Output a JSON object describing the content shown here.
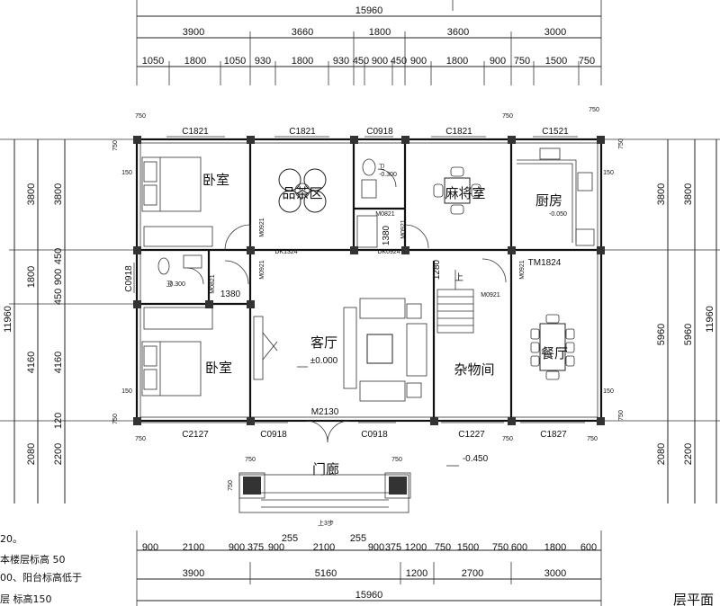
{
  "dimensions": {
    "top_total": "15960",
    "top_row1": [
      "3900",
      "3660",
      "1800",
      "3600",
      "3000"
    ],
    "top_row2": [
      "1050",
      "1800",
      "1050",
      "930",
      "1800",
      "930",
      "450",
      "900",
      "450",
      "900",
      "1800",
      "900",
      "750",
      "1500",
      "750"
    ],
    "bottom_row1": [
      "900",
      "2100",
      "900",
      "375",
      "900",
      "255",
      "2100",
      "255",
      "900",
      "375",
      "1200",
      "750",
      "1500",
      "750",
      "600",
      "1800",
      "600"
    ],
    "bottom_row2": [
      "3900",
      "5160",
      "1200",
      "2700",
      "3000"
    ],
    "bottom_total": "15960",
    "left_outer": [
      "3800",
      "1800",
      "4160",
      "2080"
    ],
    "left_inner": [
      "3800",
      "450",
      "900",
      "450",
      "4160",
      "2200"
    ],
    "left_total": "11960",
    "left_small": [
      "750",
      "120"
    ],
    "right_inner": [
      "3800",
      "5960",
      "2080"
    ],
    "right_outer": [
      "3800",
      "5960",
      "2200"
    ],
    "right_total": "11960",
    "corner_750": "750",
    "corner_150": "150",
    "dim_1380_h": "1380",
    "dim_1380_v": "1380",
    "dim_1280": "1280"
  },
  "rooms": {
    "bedroom_top": "卧室",
    "tea_room": "品茶区",
    "mahjong_room": "麻将室",
    "kitchen": "厨房",
    "living_room": "客厅",
    "living_level": "±0.000",
    "bedroom_bottom": "卧室",
    "storage": "杂物间",
    "dining": "餐厅",
    "porch": "门廊",
    "porch_level": "-0.450",
    "toilet_a": "卫",
    "toilet_b": "卫"
  },
  "labels": {
    "win_c1821_a": "C1821",
    "win_c1821_b": "C1821",
    "win_c0918_top": "C0918",
    "win_c1821_c": "C1821",
    "win_c1521": "C1521",
    "win_c0918_left": "C0918",
    "win_c2127": "C2127",
    "win_c0918_bl": "C0918",
    "win_c0918_br": "C0918",
    "win_c1227": "C1227",
    "win_c1827": "C1827",
    "door_m0921_a": "M0921",
    "door_m0921_b": "M0921",
    "door_m0921_c": "M0921",
    "door_m0921_d": "M0921",
    "door_m0921_e": "M0921",
    "door_m0821": "M0821",
    "door_m0821_b": "M0821",
    "door_tm1824": "TM1824",
    "door_m2130": "M2130",
    "dk_1324": "DK1324",
    "dk_0924": "DK0924",
    "level_0300_a": "-0.300",
    "level_0300_b": "-0.300",
    "level_0050": "-0.050",
    "up_arrow": "上",
    "step_note": "上3步"
  },
  "notes": {
    "line1": "20。",
    "line2": "本楼层标高    50",
    "line3": "00、阳台标高低于",
    "line4": "层  标高150",
    "title_fragment": "层平面"
  }
}
